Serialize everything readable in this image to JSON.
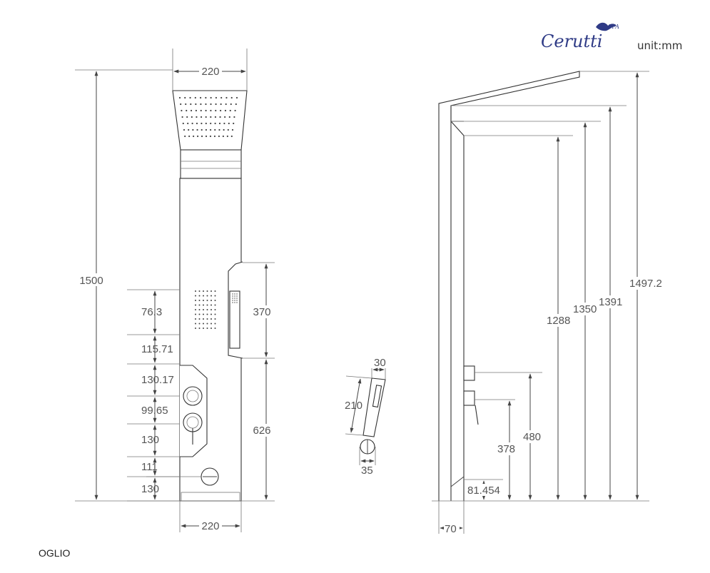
{
  "brand": {
    "name": "Cerutti",
    "suffix": "SPA",
    "color": "#2f3b86"
  },
  "unit_label": "unit:mm",
  "model_name": "OGLIO",
  "front_view": {
    "top_width": "220",
    "bottom_width": "220",
    "total_height": "1500",
    "left_dims": [
      "76.3",
      "115.71",
      "130.17",
      "99.65",
      "130",
      "111",
      "130"
    ],
    "right_dims": [
      "370",
      "626"
    ]
  },
  "hand_shower": {
    "width": "30",
    "length": "210",
    "holder": "35"
  },
  "side_view": {
    "heights": [
      "1497.2",
      "1391",
      "1350",
      "1288",
      "480",
      "378",
      "81.454"
    ],
    "depth": "70"
  }
}
